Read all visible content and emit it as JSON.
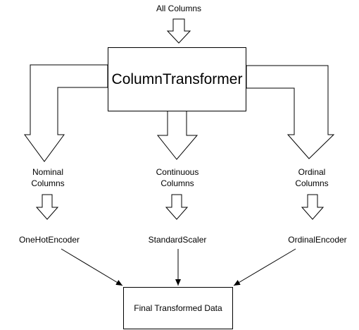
{
  "diagram": {
    "input_label": "All Columns",
    "central_node": "ColumnTransformer",
    "column_groups": [
      {
        "line1": "Nominal",
        "line2": "Columns"
      },
      {
        "line1": "Continuous",
        "line2": "Columns"
      },
      {
        "line1": "Ordinal",
        "line2": "Columns"
      }
    ],
    "transformers": [
      "OneHotEncoder",
      "StandardScaler",
      "OrdinalEncoder"
    ],
    "output_node": "Final Transformed Data"
  }
}
